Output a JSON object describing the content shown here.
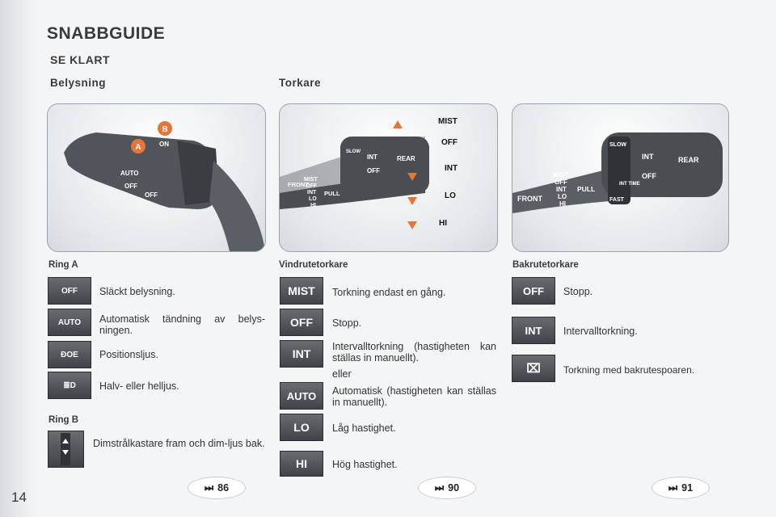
{
  "header": {
    "title": "SNABBGUIDE",
    "section": "SE KLART"
  },
  "page_number": "14",
  "lighting": {
    "heading": "Belysning",
    "marker_a": "A",
    "marker_b": "B",
    "stalk_labels": [
      "ON",
      "AUTO",
      "OFF",
      "OFF"
    ],
    "ring_a": {
      "label": "Ring A",
      "items": [
        {
          "icon_text": "OFF",
          "text": "Släckt belysning."
        },
        {
          "icon_text": "AUTO",
          "text": "Automatisk tändning av belys-ningen."
        },
        {
          "icon_text": "ĐOE",
          "text": "Positionsljus."
        },
        {
          "icon_text": "≣D",
          "text": "Halv- eller helljus."
        }
      ]
    },
    "ring_b": {
      "label": "Ring B",
      "text": "Dimstrålkastare fram och dim-ljus bak."
    },
    "link": "86"
  },
  "wipers": {
    "heading": "Torkare",
    "modes": [
      "MIST",
      "OFF",
      "INT",
      "LO",
      "HI"
    ],
    "front": {
      "label": "Vindrutetorkare",
      "items": [
        {
          "icon_text": "MIST",
          "text": "Torkning endast en gång."
        },
        {
          "icon_text": "OFF",
          "text": "Stopp."
        },
        {
          "icon_text": "INT",
          "text": "Intervalltorkning (hastigheten kan ställas in manuellt)."
        },
        {
          "icon_text": "AUTO",
          "text": "Automatisk (hastigheten kan ställas in manuellt)."
        },
        {
          "icon_text": "LO",
          "text": "Låg hastighet."
        },
        {
          "icon_text": "HI",
          "text": "Hög hastighet."
        }
      ],
      "or": "eller"
    },
    "rear": {
      "label": "Bakrutetorkare",
      "items": [
        {
          "icon_text": "OFF",
          "text": "Stopp."
        },
        {
          "icon_text": "INT",
          "text": "Intervalltorkning."
        },
        {
          "icon_text": "⌧",
          "text": "Torkning med bakrutespoaren."
        }
      ]
    },
    "stalk_labels": [
      "FRONT",
      "MIST",
      "OFF",
      "INT",
      "LO",
      "HI",
      "PULL",
      "SLOW",
      "INT",
      "OFF",
      "REAR",
      "FAST",
      "INT TIME"
    ],
    "link_front": "90",
    "link_rear": "91"
  },
  "link_arrow": "⏭",
  "colors": {
    "accent_orange": "#e8743a",
    "stalk_dark": "#4a4e53"
  }
}
